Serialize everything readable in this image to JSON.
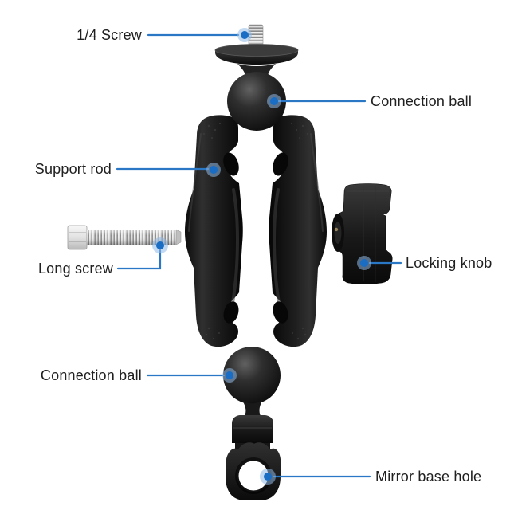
{
  "title": "Ball mount parts diagram",
  "colors": {
    "background": "#ffffff",
    "accent": "#2a77c5",
    "dot_core": "#1a6dc4",
    "dot_halo": "#8fb9e6",
    "text": "#202020"
  },
  "labels": {
    "quarter_screw": "1/4 Screw",
    "connection_ball_top": "Connection ball",
    "support_rod": "Support rod",
    "long_screw": "Long screw",
    "locking_knob": "Locking knob",
    "connection_ball_bottom": "Connection ball",
    "mirror_base_hole": "Mirror base hole"
  }
}
